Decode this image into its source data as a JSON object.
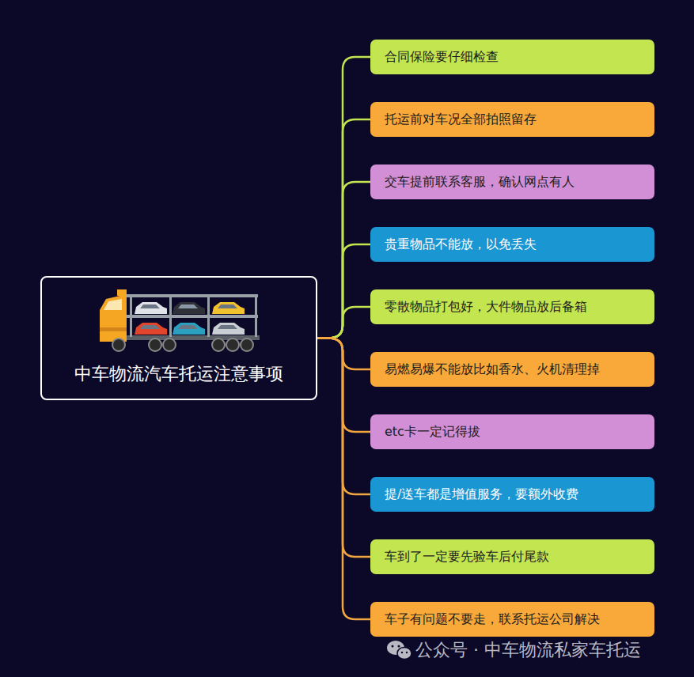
{
  "diagram": {
    "nodes": [
      {
        "text": [
          "中车物流汽车托运注意事项"
        ]
      },
      {
        "text": [
          "合同保险要仔细检查"
        ]
      },
      {
        "text": [
          "托运前对车况全部拍照留存"
        ]
      },
      {
        "text": [
          "交车提前联系客服，确认网点有人"
        ]
      },
      {
        "text": [
          "贵重物品不能放，以免丢失"
        ]
      },
      {
        "text": [
          "零散物品打包好，大件物品放后备箱"
        ]
      },
      {
        "text": [
          "易燃易爆不能放比如香水、火机清理掉"
        ]
      },
      {
        "text": [
          "etc卡一定记得拔"
        ]
      },
      {
        "text": [
          "提/送车都是增值服务，要额外收费"
        ]
      },
      {
        "text": [
          "车到了一定要先验车后付尾款"
        ]
      },
      {
        "text": [
          "车子有问题不要走，联系托运公司解决"
        ]
      }
    ],
    "edges": [
      {
        "from": 0,
        "to": 1,
        "arrow": "none"
      },
      {
        "from": 0,
        "to": 2,
        "arrow": "none"
      },
      {
        "from": 0,
        "to": 3,
        "arrow": "none"
      },
      {
        "from": 0,
        "to": 4,
        "arrow": "none"
      },
      {
        "from": 0,
        "to": 5,
        "arrow": "none"
      },
      {
        "from": 0,
        "to": 6,
        "arrow": "none"
      },
      {
        "from": 0,
        "to": 7,
        "arrow": "none"
      },
      {
        "from": 0,
        "to": 8,
        "arrow": "none"
      },
      {
        "from": 0,
        "to": 9,
        "arrow": "none"
      },
      {
        "from": 0,
        "to": 10,
        "arrow": "none"
      }
    ],
    "labels": [
      "公众号 · 中车物流私家车托运"
    ]
  }
}
